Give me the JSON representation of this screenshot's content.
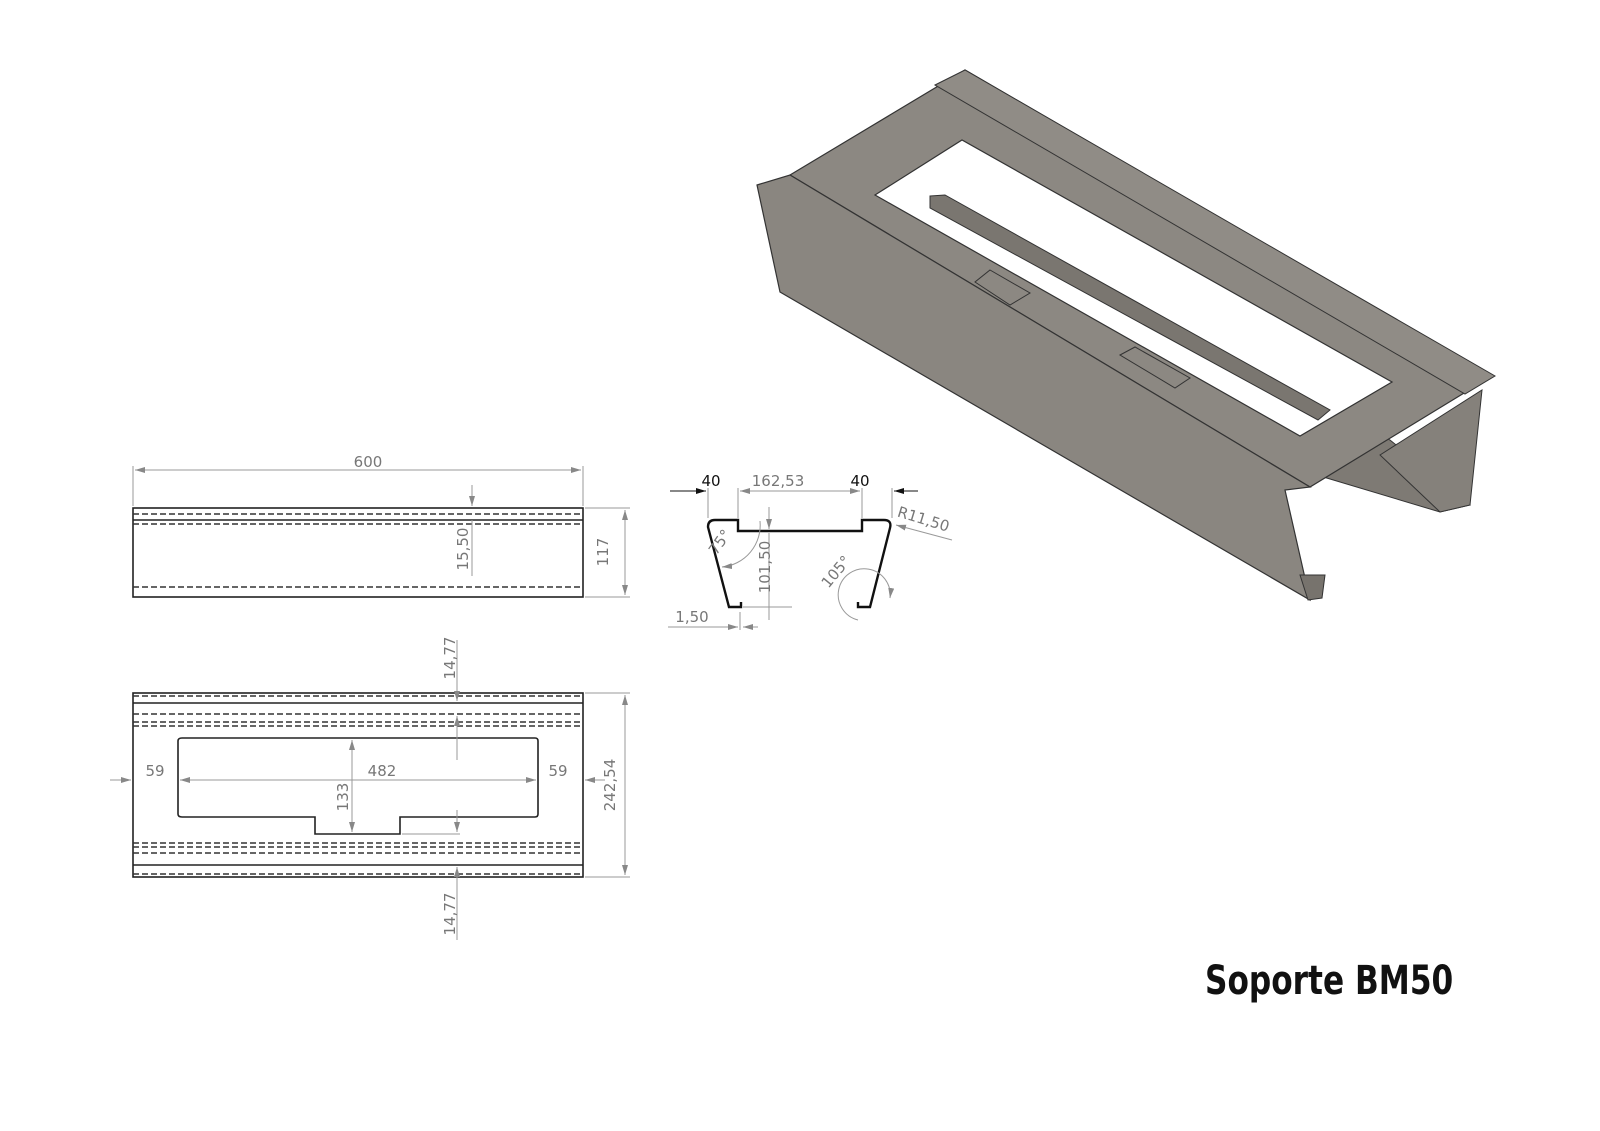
{
  "title": "Soporte BM50",
  "colors": {
    "part_face": "#8c8882",
    "part_dark": "#6f6b66",
    "dimension": "#999999",
    "outline": "#222222"
  },
  "side_view": {
    "length": "600",
    "height": "117",
    "flange": "15,50"
  },
  "profile_view": {
    "flange_left": "40",
    "web": "162,53",
    "flange_right": "40",
    "depth": "101,50",
    "thickness": "1,50",
    "angle_left": "75°",
    "angle_right": "105°",
    "radius": "R11,50"
  },
  "top_view": {
    "margin_left": "59",
    "cutout_length": "482",
    "margin_right": "59",
    "cutout_width": "133",
    "total_width": "242,54",
    "edge_top": "14,77",
    "edge_bottom": "14,77"
  }
}
